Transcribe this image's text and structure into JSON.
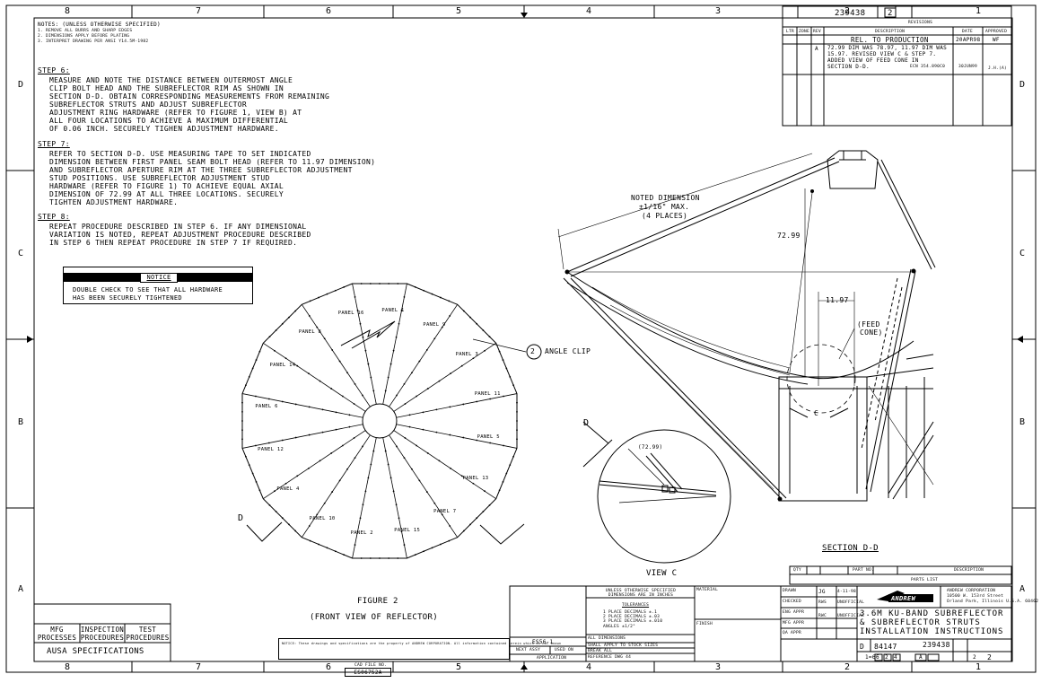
{
  "zones_top": [
    "8",
    "7",
    "6",
    "5",
    "4",
    "3",
    "2",
    "1"
  ],
  "zones_side": [
    "D",
    "C",
    "B",
    "A"
  ],
  "notes": {
    "title": "NOTES: (UNLESS OTHERWISE SPECIFIED)",
    "lines": [
      "1. REMOVE ALL BURRS AND SHARP EDGES",
      "2. DIMENSIONS APPLY BEFORE PLATING",
      "3. INTERPRET DRAWING PER ANSI Y14.5M-1982"
    ]
  },
  "steps": [
    {
      "title": "STEP 6:",
      "lines": [
        "MEASURE AND NOTE THE DISTANCE BETWEEN OUTERMOST ANGLE",
        "CLIP BOLT HEAD AND THE SUBREFLECTOR RIM AS SHOWN IN",
        "SECTION D-D. OBTAIN CORRESPONDING MEASUREMENTS FROM REMAINING",
        "SUBREFLECTOR STRUTS AND ADJUST SUBREFLECTOR",
        "ADJUSTMENT RING HARDWARE (REFER TO FIGURE 1, VIEW B) AT",
        "ALL FOUR LOCATIONS TO ACHIEVE A MAXIMUM DIFFERENTIAL",
        "OF 0.06 INCH. SECURELY TIGHEN ADJUSTMENT HARDWARE."
      ]
    },
    {
      "title": "STEP 7:",
      "lines": [
        "REFER TO SECTION D-D. USE MEASURING TAPE TO SET INDICATED",
        "DIMENSION BETWEEN FIRST PANEL SEAM BOLT HEAD (REFER TO 11.97 DIMENSION)",
        "AND SUBREFLECTOR APERTURE RIM AT THE THREE SUBREFLECTOR ADJUSTMENT",
        "STUD POSITIONS. USE SUBREFLECTOR ADJUSTMENT STUD",
        "HARDWARE (REFER TO FIGURE 1) TO ACHIEVE EQUAL AXIAL",
        "DIMENSION OF 72.99 AT ALL THREE LOCATIONS. SECURELY",
        "TIGHTEN ADJUSTMENT HARDWARE."
      ]
    },
    {
      "title": "STEP 8:",
      "lines": [
        "REPEAT PROCEDURE DESCRIBED IN STEP 6. IF ANY DIMENSIONAL",
        "VARIATION IS NOTED, REPEAT ADJUSTMENT PROCEDURE DESCRIBED",
        "IN STEP 6 THEN REPEAT PROCEDURE IN STEP 7 IF REQUIRED."
      ]
    }
  ],
  "notice": {
    "title": "NOTICE",
    "lines": [
      "DOUBLE CHECK TO SEE THAT ALL HARDWARE",
      "HAS BEEN SECURELY TIGHTENED"
    ]
  },
  "figure2": {
    "panels": [
      "PANEL 1",
      "PANEL 9",
      "PANEL 3",
      "PANEL 11",
      "PANEL 5",
      "PANEL 13",
      "PANEL 7",
      "PANEL 15",
      "PANEL 2",
      "PANEL 10",
      "PANEL 4",
      "PANEL 12",
      "PANEL 6",
      "PANEL 14",
      "PANEL 8",
      "PANEL 16"
    ],
    "angle_clip_num": "2",
    "angle_clip_label": "ANGLE CLIP",
    "section_mark": "D",
    "caption1": "FIGURE 2",
    "caption2": "(FRONT VIEW OF REFLECTOR)"
  },
  "view_c": {
    "dim": "(72.99)",
    "caption": "VIEW C",
    "mark": "D"
  },
  "section": {
    "noted1": "NOTED DIMENSION",
    "noted2": "±1/16\" MAX.",
    "noted3": "(4 PLACES)",
    "dim_a": "72.99",
    "dim_b": "11.97",
    "feed1": "(FEED",
    "feed2": "CONE)",
    "c_label": "C",
    "caption": "SECTION D-D"
  },
  "revisions": {
    "dwg_no": "239438",
    "rev": "2",
    "header": "REVISIONS",
    "cols": [
      "LTR",
      "ZONE",
      "REV",
      "DESCRIPTION",
      "DATE",
      "APPROVED"
    ],
    "row1": {
      "desc": "REL. TO PRODUCTION",
      "date": "20APR98",
      "appr": "WF"
    },
    "row2": {
      "ltr": "A",
      "lines": [
        "72.99 DIM WAS 78.97, 11.97 DIM WAS",
        "15.97. REVISED VIEW C & STEP 7.",
        "ADDED VIEW OF FEED CONE IN",
        "SECTION D-D."
      ],
      "ecn": "ECN 354.890C0",
      "date": "30JUN99",
      "appr": "J.H.(A)"
    }
  },
  "parts_list": {
    "title": "PARTS LIST",
    "cols": [
      "QTY",
      "",
      "",
      "PART NO.",
      "",
      "DESCRIPTION"
    ]
  },
  "title_block": {
    "company": "ANDREW",
    "company_block": [
      "ANDREW CORPORATION",
      "10500 W. 153rd Street",
      "Orland Park, Illinois U.S.A. 60462"
    ],
    "title": [
      "3.6M KU-BAND SUBREFLECTOR",
      "& SUBREFLECTOR STRUTS",
      "INSTALLATION INSTRUCTIONS"
    ],
    "size": "D",
    "cage": "84147",
    "dwg_no": "239438",
    "rev": "2",
    "scale": "1=6",
    "sheet": "2",
    "drawn_init": "JG",
    "drawn_date": "4-11-98",
    "chk_init": "RWS",
    "appr_init": "RWC",
    "unofficial": "UNOFFICIAL",
    "sheet_of": [
      "6",
      "2",
      "4"
    ],
    "rev_box": "A",
    "roles": [
      "DRAWN",
      "CHECKED",
      "ENG APPR",
      "MFG APPR",
      "QA APPR"
    ],
    "material": "MATERIAL",
    "finish": "FINISH"
  },
  "tolerances": {
    "head1": "UNLESS OTHERWISE SPECIFIED",
    "head2": "DIMENSIONS ARE IN INCHES",
    "title": "TOLERANCES",
    "lines": [
      "1 PLACE DECIMALS ±.1",
      "2 PLACE DECIMALS ±.03",
      "3 PLACE DECIMALS ±.010",
      "ANGLES ±1/2°"
    ],
    "extra": [
      "ALL DIMENSIONS",
      "SHALL APPLY TO STOCK SIZES",
      "BREAK ALL",
      "REFERENCE DWG 44"
    ]
  },
  "application": {
    "part": "ES56-1",
    "next": "NEXT ASSY",
    "used": "USED ON",
    "label": "APPLICATION"
  },
  "legal": "NOTICE: These drawings and specifications are the property of ANDREW CORPORATION. All information contained herein which is not known",
  "cad_file": {
    "label": "CAD FILE NO.",
    "value": "ES06752A"
  },
  "specs": {
    "cols": [
      "MFG\nPROCESSES",
      "INSPECTION\nPROCEDURES",
      "TEST\nPROCEDURES"
    ],
    "title": "AUSA SPECIFICATIONS"
  }
}
